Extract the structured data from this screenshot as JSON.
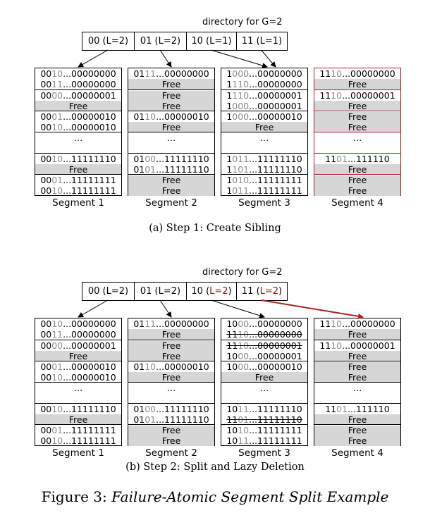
{
  "figure_caption": {
    "label": "Figure 3:",
    "title": "Failure-Atomic Segment Split Example"
  },
  "colors": {
    "highlight_border": "#b01e1e",
    "changed_depth": "#c00000",
    "free_fill": "#d6d6d6",
    "grey_prefix": "#8c8c8c"
  },
  "panels": [
    {
      "caption": "(a)  Step 1: Create Sibling",
      "directory_title": "directory for G=2",
      "directory": [
        {
          "key": "00",
          "depth_prefix": "(L=",
          "depth": "2",
          "suffix": ")",
          "changed": false
        },
        {
          "key": "01",
          "depth_prefix": "(L=",
          "depth": "2",
          "suffix": ")",
          "changed": false
        },
        {
          "key": "10",
          "depth_prefix": "(L=",
          "depth": "1",
          "suffix": ")",
          "changed": false
        },
        {
          "key": "11",
          "depth_prefix": "(L=",
          "depth": "1",
          "suffix": ")",
          "changed": false
        }
      ],
      "arrows": [
        {
          "from_cell": 0,
          "to_segment": 0,
          "red": false
        },
        {
          "from_cell": 1,
          "to_segment": 1,
          "red": false
        },
        {
          "from_cell": 2,
          "to_segment": 2,
          "red": false
        },
        {
          "from_cell": 3,
          "to_segment": 2,
          "red": false
        }
      ],
      "segments": [
        {
          "label": "Segment  1",
          "highlight": false,
          "buckets": [
            [
              {
                "a": "00",
                "b": "10",
                "c": "...00000000"
              },
              {
                "a": "00",
                "b": "11",
                "c": "...00000000"
              }
            ],
            [
              {
                "a": "00",
                "b": "00",
                "c": "...00000001"
              },
              {
                "free": "Free"
              }
            ],
            [
              {
                "a": "00",
                "b": "01",
                "c": "...00000010"
              },
              {
                "a": "00",
                "b": "10",
                "c": "...00000010"
              }
            ],
            [
              {
                "text": "…"
              },
              {
                "blank": true
              }
            ],
            [
              {
                "a": "00",
                "b": "10",
                "c": "...11111110"
              },
              {
                "free": "Free"
              }
            ],
            [
              {
                "a": "00",
                "b": "01",
                "c": "...11111111"
              },
              {
                "a": "00",
                "b": "10",
                "c": "...11111111"
              }
            ]
          ]
        },
        {
          "label": "Segment  2",
          "highlight": false,
          "buckets": [
            [
              {
                "a": "01",
                "b": "11",
                "c": "...00000000"
              },
              {
                "free": "Free"
              }
            ],
            [
              {
                "free": "Free"
              },
              {
                "free": "Free"
              }
            ],
            [
              {
                "a": "01",
                "b": "10",
                "c": "...00000010"
              },
              {
                "free": "Free"
              }
            ],
            [
              {
                "text": "…"
              },
              {
                "blank": true
              }
            ],
            [
              {
                "a": "01",
                "b": "00",
                "c": "...11111110"
              },
              {
                "a": "01",
                "b": "01",
                "c": "...11111110"
              }
            ],
            [
              {
                "free": "Free"
              },
              {
                "free": "Free"
              }
            ]
          ]
        },
        {
          "label": "Segment  3",
          "highlight": false,
          "buckets": [
            [
              {
                "a": "1",
                "b": "000",
                "c": "...00000000"
              },
              {
                "a": "1",
                "b": "110",
                "c": "...00000000"
              }
            ],
            [
              {
                "a": "1",
                "b": "110",
                "c": "...00000001"
              },
              {
                "a": "1",
                "b": "000",
                "c": "...00000001"
              }
            ],
            [
              {
                "a": "1",
                "b": "000",
                "c": "...00000010"
              },
              {
                "free": "Free"
              }
            ],
            [
              {
                "text": "…"
              },
              {
                "blank": true
              }
            ],
            [
              {
                "a": "1",
                "b": "011",
                "c": "...11111110"
              },
              {
                "a": "1",
                "b": "101",
                "c": "...11111110"
              }
            ],
            [
              {
                "a": "1",
                "b": "010",
                "c": "...11111111"
              },
              {
                "a": "1",
                "b": "011",
                "c": "...11111111"
              }
            ]
          ]
        },
        {
          "label": "Segment  4",
          "highlight": true,
          "buckets": [
            [
              {
                "a": "11",
                "b": "10",
                "c": "...00000000"
              },
              {
                "free": "Free"
              }
            ],
            [
              {
                "a": "11",
                "b": "10",
                "c": "...00000001"
              },
              {
                "free": "Free"
              }
            ],
            [
              {
                "free": "Free"
              },
              {
                "free": "Free"
              }
            ],
            [
              {
                "text": "…"
              },
              {
                "blank": true
              }
            ],
            [
              {
                "a": "11",
                "b": "01",
                "c": "...111110"
              },
              {
                "free": "Free"
              }
            ],
            [
              {
                "free": "Free"
              },
              {
                "free": "Free"
              }
            ]
          ]
        }
      ]
    },
    {
      "caption": "(b)  Step 2: Split and Lazy Deletion",
      "directory_title": "directory for G=2",
      "directory": [
        {
          "key": "00",
          "depth_prefix": "(L=",
          "depth": "2",
          "suffix": ")",
          "changed": false
        },
        {
          "key": "01",
          "depth_prefix": "(L=",
          "depth": "2",
          "suffix": ")",
          "changed": false
        },
        {
          "key": "10",
          "depth_prefix": "(",
          "depth": "L=2",
          "suffix": ")",
          "changed": true
        },
        {
          "key": "11",
          "depth_prefix": "(",
          "depth": "L=2",
          "suffix": ")",
          "changed": true
        }
      ],
      "arrows": [
        {
          "from_cell": 0,
          "to_segment": 0,
          "red": false
        },
        {
          "from_cell": 1,
          "to_segment": 1,
          "red": false
        },
        {
          "from_cell": 2,
          "to_segment": 2,
          "red": false
        },
        {
          "from_cell": 3,
          "to_segment": 3,
          "red": true
        }
      ],
      "segments": [
        {
          "label": "Segment  1",
          "highlight": false,
          "buckets": [
            [
              {
                "a": "00",
                "b": "10",
                "c": "...00000000"
              },
              {
                "a": "00",
                "b": "11",
                "c": "...00000000"
              }
            ],
            [
              {
                "a": "00",
                "b": "00",
                "c": "...00000001"
              },
              {
                "free": "Free"
              }
            ],
            [
              {
                "a": "00",
                "b": "01",
                "c": "...00000010"
              },
              {
                "a": "00",
                "b": "10",
                "c": "...00000010"
              }
            ],
            [
              {
                "text": "…"
              },
              {
                "blank": true
              }
            ],
            [
              {
                "a": "00",
                "b": "10",
                "c": "...11111110"
              },
              {
                "free": "Free"
              }
            ],
            [
              {
                "a": "00",
                "b": "01",
                "c": "...11111111"
              },
              {
                "a": "00",
                "b": "10",
                "c": "...11111111"
              }
            ]
          ]
        },
        {
          "label": "Segment  2",
          "highlight": false,
          "buckets": [
            [
              {
                "a": "01",
                "b": "11",
                "c": "...00000000"
              },
              {
                "free": "Free"
              }
            ],
            [
              {
                "free": "Free"
              },
              {
                "free": "Free"
              }
            ],
            [
              {
                "a": "01",
                "b": "10",
                "c": "...00000010"
              },
              {
                "free": "Free"
              }
            ],
            [
              {
                "text": "…"
              },
              {
                "blank": true
              }
            ],
            [
              {
                "a": "01",
                "b": "00",
                "c": "...11111110"
              },
              {
                "a": "01",
                "b": "01",
                "c": "...11111110"
              }
            ],
            [
              {
                "free": "Free"
              },
              {
                "free": "Free"
              }
            ]
          ]
        },
        {
          "label": "Segment  3",
          "highlight": false,
          "buckets": [
            [
              {
                "a": "10",
                "b": "00",
                "c": "...00000000"
              },
              {
                "a": "11",
                "b": "10",
                "c": "...00000000",
                "strike": true
              }
            ],
            [
              {
                "a": "11",
                "b": "10",
                "c": "...00000001",
                "strike": true
              },
              {
                "a": "10",
                "b": "00",
                "c": "...00000001"
              }
            ],
            [
              {
                "a": "10",
                "b": "00",
                "c": "...00000010"
              },
              {
                "free": "Free"
              }
            ],
            [
              {
                "text": "…"
              },
              {
                "blank": true
              }
            ],
            [
              {
                "a": "10",
                "b": "11",
                "c": "...11111110"
              },
              {
                "a": "11",
                "b": "01",
                "c": "...11111110",
                "strike": true
              }
            ],
            [
              {
                "a": "10",
                "b": "10",
                "c": "...11111111"
              },
              {
                "a": "10",
                "b": "11",
                "c": "...11111111"
              }
            ]
          ]
        },
        {
          "label": "Segment  4",
          "highlight": false,
          "buckets": [
            [
              {
                "a": "11",
                "b": "10",
                "c": "...00000000"
              },
              {
                "free": "Free"
              }
            ],
            [
              {
                "a": "11",
                "b": "10",
                "c": "...00000001"
              },
              {
                "free": "Free"
              }
            ],
            [
              {
                "free": "Free"
              },
              {
                "free": "Free"
              }
            ],
            [
              {
                "text": "…"
              },
              {
                "blank": true
              }
            ],
            [
              {
                "a": "11",
                "b": "01",
                "c": "...111110"
              },
              {
                "free": "Free"
              }
            ],
            [
              {
                "free": "Free"
              },
              {
                "free": "Free"
              }
            ]
          ]
        }
      ]
    }
  ]
}
